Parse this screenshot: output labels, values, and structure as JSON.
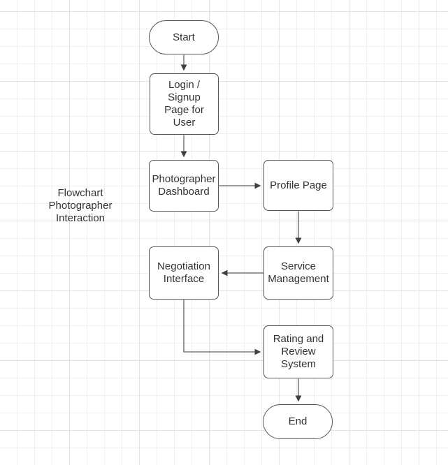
{
  "diagram": {
    "side_label": "Flowchart\nPhotographer\nInteraction",
    "nodes": {
      "start": {
        "label": "Start",
        "shape": "terminator"
      },
      "login": {
        "label": "Login /\nSignup\nPage for\nUser",
        "shape": "process"
      },
      "dashboard": {
        "label": "Photographer\nDashboard",
        "shape": "process"
      },
      "profile": {
        "label": "Profile Page",
        "shape": "process"
      },
      "negotiation": {
        "label": "Negotiation\nInterface",
        "shape": "process"
      },
      "service": {
        "label": "Service\nManagement",
        "shape": "process"
      },
      "rating": {
        "label": "Rating and\nReview\nSystem",
        "shape": "process"
      },
      "end": {
        "label": "End",
        "shape": "terminator"
      }
    },
    "edges": [
      {
        "from": "start",
        "to": "login"
      },
      {
        "from": "login",
        "to": "dashboard"
      },
      {
        "from": "dashboard",
        "to": "profile"
      },
      {
        "from": "profile",
        "to": "service"
      },
      {
        "from": "service",
        "to": "negotiation"
      },
      {
        "from": "negotiation",
        "to": "rating"
      },
      {
        "from": "rating",
        "to": "end"
      }
    ],
    "colors": {
      "canvas_bg": "#ffffff",
      "grid_minor": "#efefef",
      "grid_major": "#e3e3e3",
      "node_fill": "#ffffff",
      "node_border": "#565656",
      "edge_line": "#616161",
      "arrowhead": "#404040",
      "text": "#333333"
    }
  }
}
